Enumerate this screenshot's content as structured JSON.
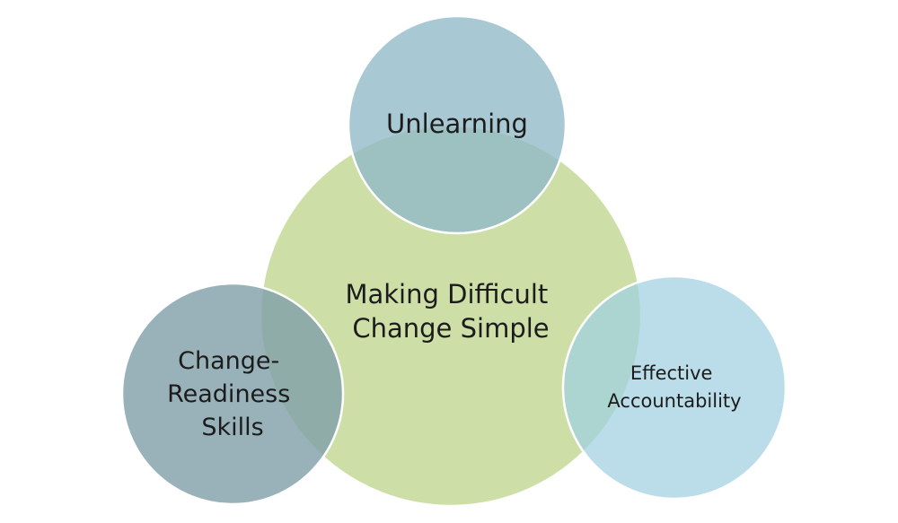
{
  "diagram": {
    "type": "venn",
    "center": {
      "lines": [
        "Making Difficult",
        "Change Simple"
      ],
      "color": "#c9dca0"
    },
    "top": {
      "lines": [
        "Unlearning"
      ],
      "color": "#8fb9c7"
    },
    "left": {
      "lines": [
        "Change-",
        "Readiness",
        "Skills"
      ],
      "color": "#7f9fa9"
    },
    "right": {
      "lines": [
        "Effective",
        "Accountability"
      ],
      "color": "#9fd0e0"
    },
    "stroke_color": "#ffffff"
  }
}
